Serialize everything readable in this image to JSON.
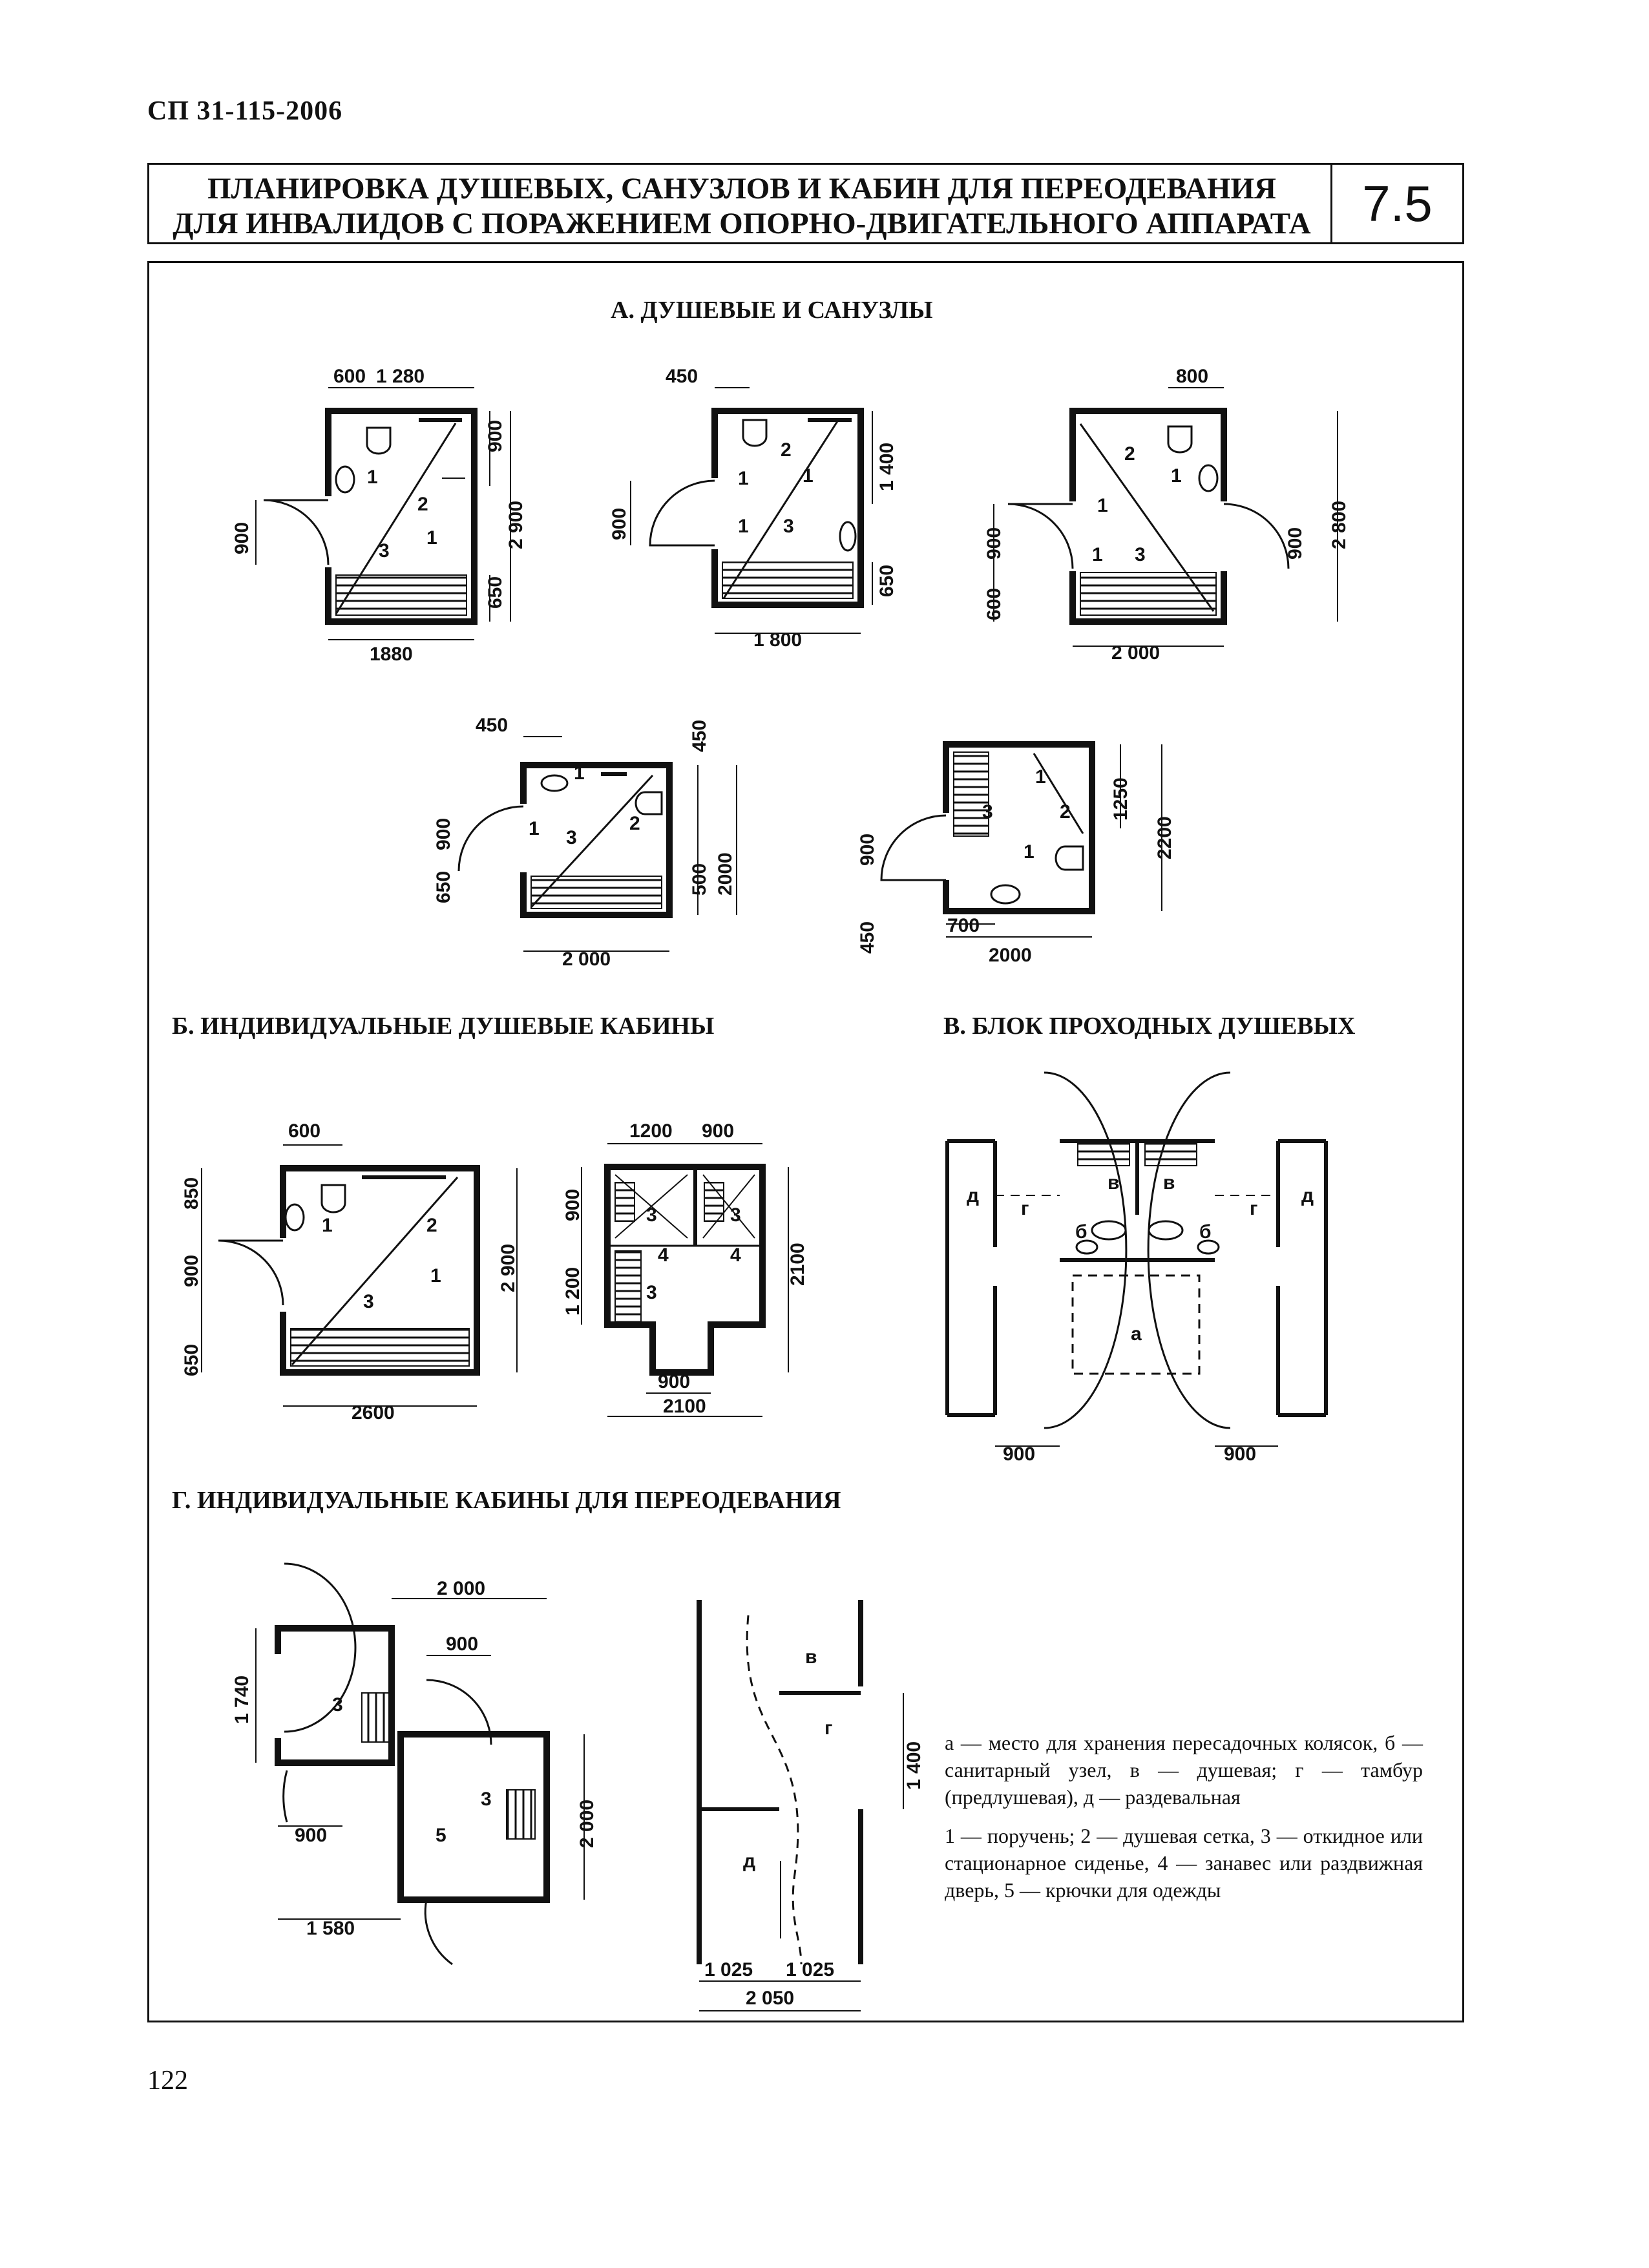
{
  "header": {
    "doc_code": "СП 31-115-2006"
  },
  "title": {
    "line1": "ПЛАНИРОВКА ДУШЕВЫХ, САНУЗЛОВ И КАБИН ДЛЯ ПЕРЕОДЕВАНИЯ",
    "line2": "ДЛЯ ИНВАЛИДОВ С ПОРАЖЕНИЕМ ОПОРНО-ДВИГАТЕЛЬНОГО АППАРАТА",
    "number": "7.5"
  },
  "sections": {
    "a": "А. ДУШЕВЫЕ И САНУЗЛЫ",
    "b": "Б. ИНДИВИДУАЛЬНЫЕ ДУШЕВЫЕ КАБИНЫ",
    "v": "В. БЛОК ПРОХОДНЫХ ДУШЕВЫХ",
    "g": "Г. ИНДИВИДУАЛЬНЫЕ КАБИНЫ ДЛЯ ПЕРЕОДЕВАНИЯ"
  },
  "plans": {
    "a1": {
      "dims": [
        "600",
        "1 280",
        "900",
        "2 900",
        "900",
        "650",
        "1880"
      ],
      "marks": [
        "1",
        "2",
        "1",
        "3"
      ]
    },
    "a2": {
      "dims": [
        "450",
        "1 400",
        "900",
        "650",
        "1 800"
      ],
      "marks": [
        "2",
        "1",
        "1",
        "1",
        "3"
      ]
    },
    "a3": {
      "dims": [
        "800",
        "600",
        "900",
        "900",
        "2 800",
        "2 000"
      ],
      "marks": [
        "2",
        "1",
        "1",
        "1",
        "3"
      ]
    },
    "a4": {
      "dims": [
        "450",
        "450",
        "900",
        "650",
        "500",
        "2000",
        "2 000"
      ],
      "marks": [
        "1",
        "2",
        "1",
        "3"
      ]
    },
    "a5": {
      "dims": [
        "900",
        "450",
        "1250",
        "2200",
        "700",
        "2000"
      ],
      "marks": [
        "1",
        "2",
        "3",
        "1"
      ]
    },
    "b1": {
      "dims": [
        "600",
        "850",
        "900",
        "650",
        "2 900",
        "2600"
      ],
      "marks": [
        "1",
        "2",
        "1",
        "3"
      ]
    },
    "b2": {
      "dims": [
        "1200",
        "900",
        "900",
        "1 200",
        "2100",
        "900",
        "2100"
      ],
      "marks": [
        "3",
        "3",
        "4",
        "4",
        "3"
      ]
    },
    "v1": {
      "dims": [
        "900",
        "900"
      ],
      "labels": [
        "д",
        "г",
        "в",
        "в",
        "г",
        "д",
        "б",
        "б",
        "а"
      ]
    },
    "g1": {
      "dims": [
        "2 000",
        "900",
        "1 740",
        "900",
        "1 580",
        "2 000"
      ],
      "marks": [
        "3",
        "3",
        "5"
      ]
    },
    "g2": {
      "dims": [
        "1 400",
        "1 025",
        "1 025",
        "2 050"
      ],
      "labels": [
        "в",
        "г",
        "д"
      ]
    }
  },
  "legend": {
    "p1": "а — место для хранения пересадочных колясок, б — санитарный узел, в — душевая; г — тамбур (предлушевая), д — раздевальная",
    "p2": "1 — поручень; 2 — душевая сетка, 3 — откидное или стационарное сиденье, 4 — занавес или раздвижная дверь, 5 — крючки для одежды"
  },
  "page_number": "122"
}
